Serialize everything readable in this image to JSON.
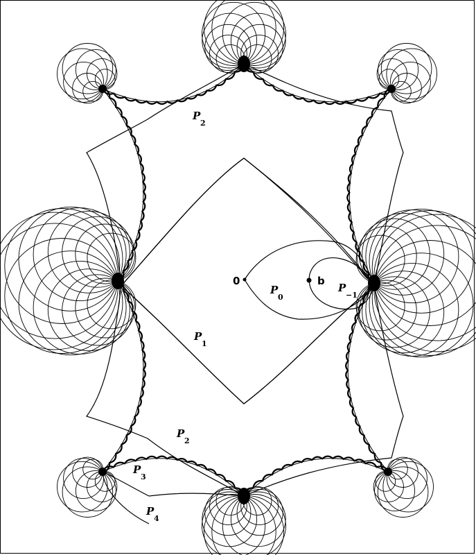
{
  "diagram": {
    "points": {
      "origin": "0",
      "b": "b"
    },
    "regions": [
      {
        "id": "p2-top",
        "base": "P",
        "sub": "2"
      },
      {
        "id": "p0",
        "base": "P",
        "sub": "0"
      },
      {
        "id": "p-1",
        "base": "P",
        "sub": "-1"
      },
      {
        "id": "p1",
        "base": "P",
        "sub": "1"
      },
      {
        "id": "p2-bottom",
        "base": "P",
        "sub": "2"
      },
      {
        "id": "p3",
        "base": "P",
        "sub": "3"
      },
      {
        "id": "p4",
        "base": "P",
        "sub": "4"
      }
    ],
    "colors": {
      "ink": "#000000",
      "background": "#ffffff"
    }
  }
}
